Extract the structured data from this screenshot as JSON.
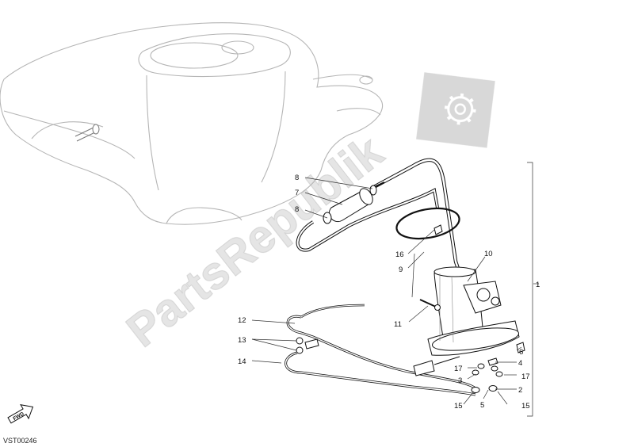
{
  "diagram": {
    "reference_code": "VST00246",
    "forward_label": "FWD",
    "watermark": "PartsRepublik",
    "callouts": [
      "1",
      "2",
      "3",
      "4",
      "5",
      "6",
      "7",
      "8",
      "8",
      "9",
      "10",
      "11",
      "12",
      "13",
      "14",
      "15",
      "15",
      "16",
      "17",
      "17"
    ]
  },
  "colors": {
    "line": "#111111",
    "tank_outline": "#b5b5b5",
    "watermark": "#d9d9d9"
  },
  "icons": {
    "watermark_logo": "gear-icon",
    "forward_marker": "arrow-icon"
  }
}
